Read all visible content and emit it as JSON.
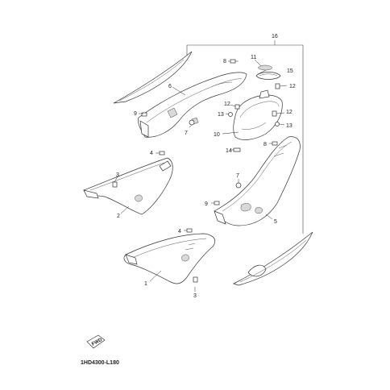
{
  "callouts": {
    "c1": "1",
    "c2": "2",
    "c3a": "3",
    "c3b": "3",
    "c4a": "4",
    "c4b": "4",
    "c5": "5",
    "c6": "6",
    "c7a": "7",
    "c7b": "7",
    "c8a": "8",
    "c8b": "8",
    "c9a": "9",
    "c9b": "9",
    "c10": "10",
    "c11": "11",
    "c12a": "12",
    "c12b": "12",
    "c12c": "12",
    "c13a": "13",
    "c13b": "13",
    "c14": "14",
    "c15": "15",
    "c16": "16"
  },
  "fwd_badge": {
    "label": "FWD"
  },
  "diagram_code": "1HD4300-L180",
  "colors": {
    "line": "#333333",
    "shade": "#d8d8d8",
    "background": "#ffffff"
  }
}
